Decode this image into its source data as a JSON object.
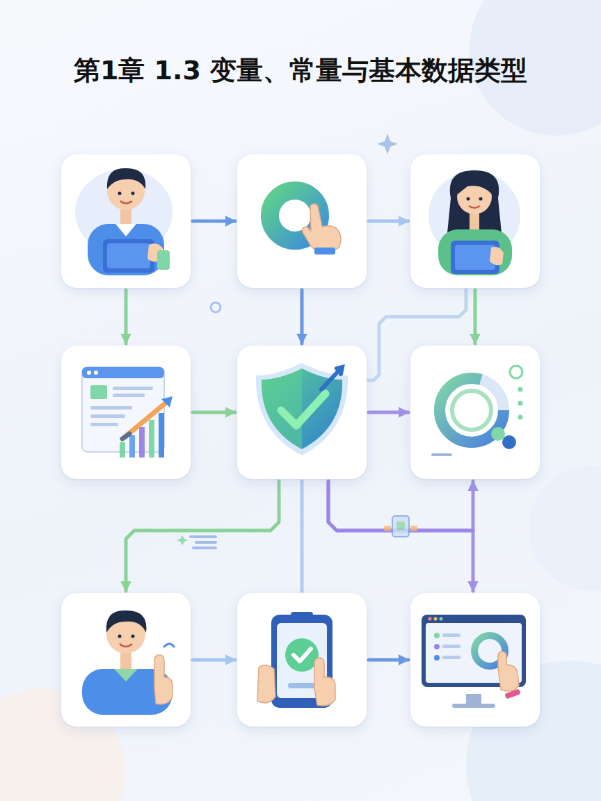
{
  "diagram": {
    "title": "第1章 1.3 变量、常量与基本数据类型",
    "nodes": [
      {
        "text": []
      },
      {
        "text": []
      },
      {
        "text": []
      },
      {
        "text": []
      },
      {
        "text": []
      },
      {
        "text": []
      },
      {
        "text": []
      },
      {
        "text": []
      },
      {
        "text": []
      }
    ],
    "edges": [
      {
        "from": 0,
        "to": 1,
        "arrow": "to"
      },
      {
        "from": 1,
        "to": 2,
        "arrow": "to"
      },
      {
        "from": 0,
        "to": 3,
        "arrow": "to"
      },
      {
        "from": 1,
        "to": 4,
        "arrow": "to"
      },
      {
        "from": 2,
        "to": 5,
        "arrow": "to"
      },
      {
        "from": 4,
        "to": 2,
        "arrow": "none"
      },
      {
        "from": 3,
        "to": 4,
        "arrow": "to"
      },
      {
        "from": 4,
        "to": 5,
        "arrow": "to"
      },
      {
        "from": 4,
        "to": 6,
        "arrow": "to"
      },
      {
        "from": 4,
        "to": 7,
        "arrow": "none"
      },
      {
        "from": 4,
        "to": 8,
        "arrow": "to"
      },
      {
        "from": 4,
        "to": 5,
        "arrow": "to"
      },
      {
        "from": 6,
        "to": 7,
        "arrow": "to"
      },
      {
        "from": 7,
        "to": 8,
        "arrow": "to"
      }
    ]
  }
}
